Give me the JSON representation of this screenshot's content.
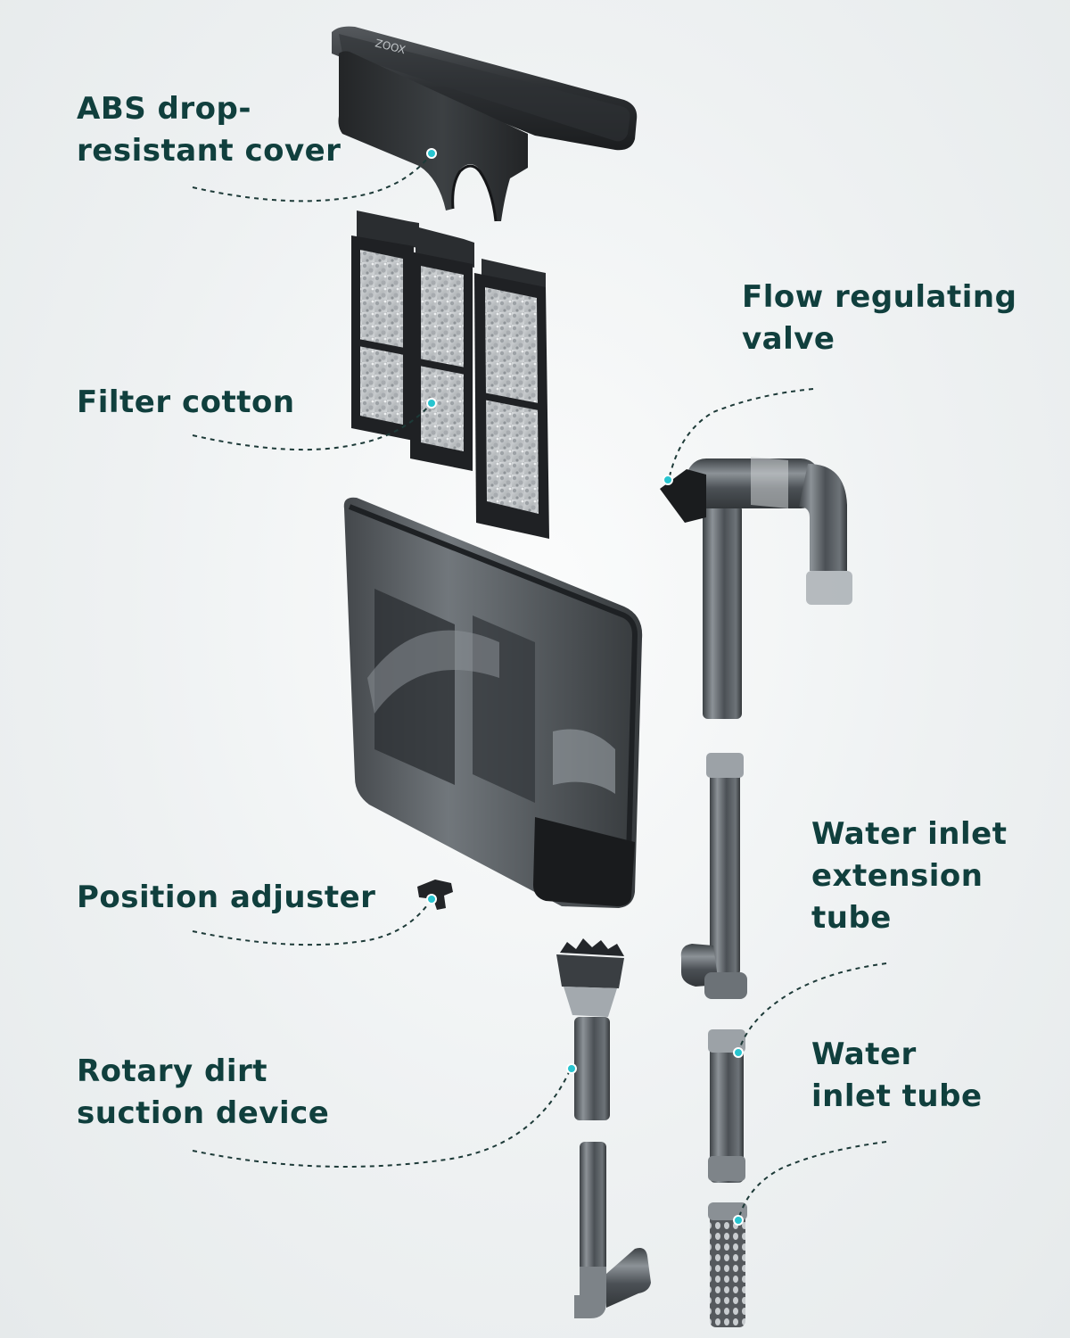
{
  "labels": {
    "abs_cover": "ABS drop-\nresistant cover",
    "filter_cotton": "Filter cotton",
    "flow_valve": "Flow regulating\nvalve",
    "position_adjuster": "Position adjuster",
    "extension_tube": "Water inlet\nextension\ntube",
    "rotary_suction": "Rotary dirt\nsuction device",
    "inlet_tube": "Water\ninlet tube"
  },
  "logo": "ZOOX",
  "colors": {
    "label_text": "#103f3d",
    "leader_line": "#1d3a38",
    "marker_dot": "#28c4cf",
    "part_body": "#2b2e31",
    "part_transparent": "#5f666c"
  }
}
